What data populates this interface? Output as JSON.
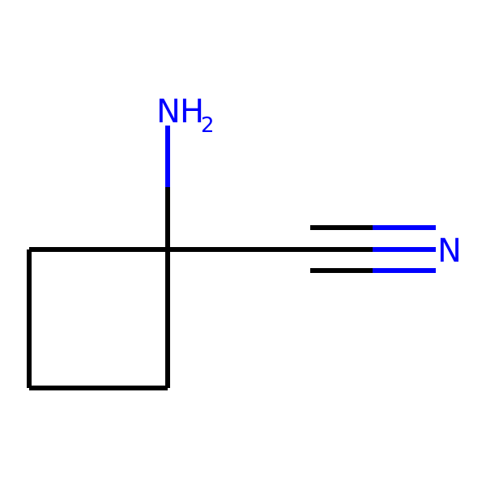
{
  "molecule": {
    "name": "1-aminocyclobutane-1-carbonitrile",
    "atoms": {
      "amine_N": "N",
      "amine_H": "H",
      "amine_subscript": "2",
      "nitrile_N": "N"
    },
    "colors": {
      "carbon_bond": "#000000",
      "nitrogen": "#0000FF",
      "background": "#FFFFFF"
    }
  }
}
